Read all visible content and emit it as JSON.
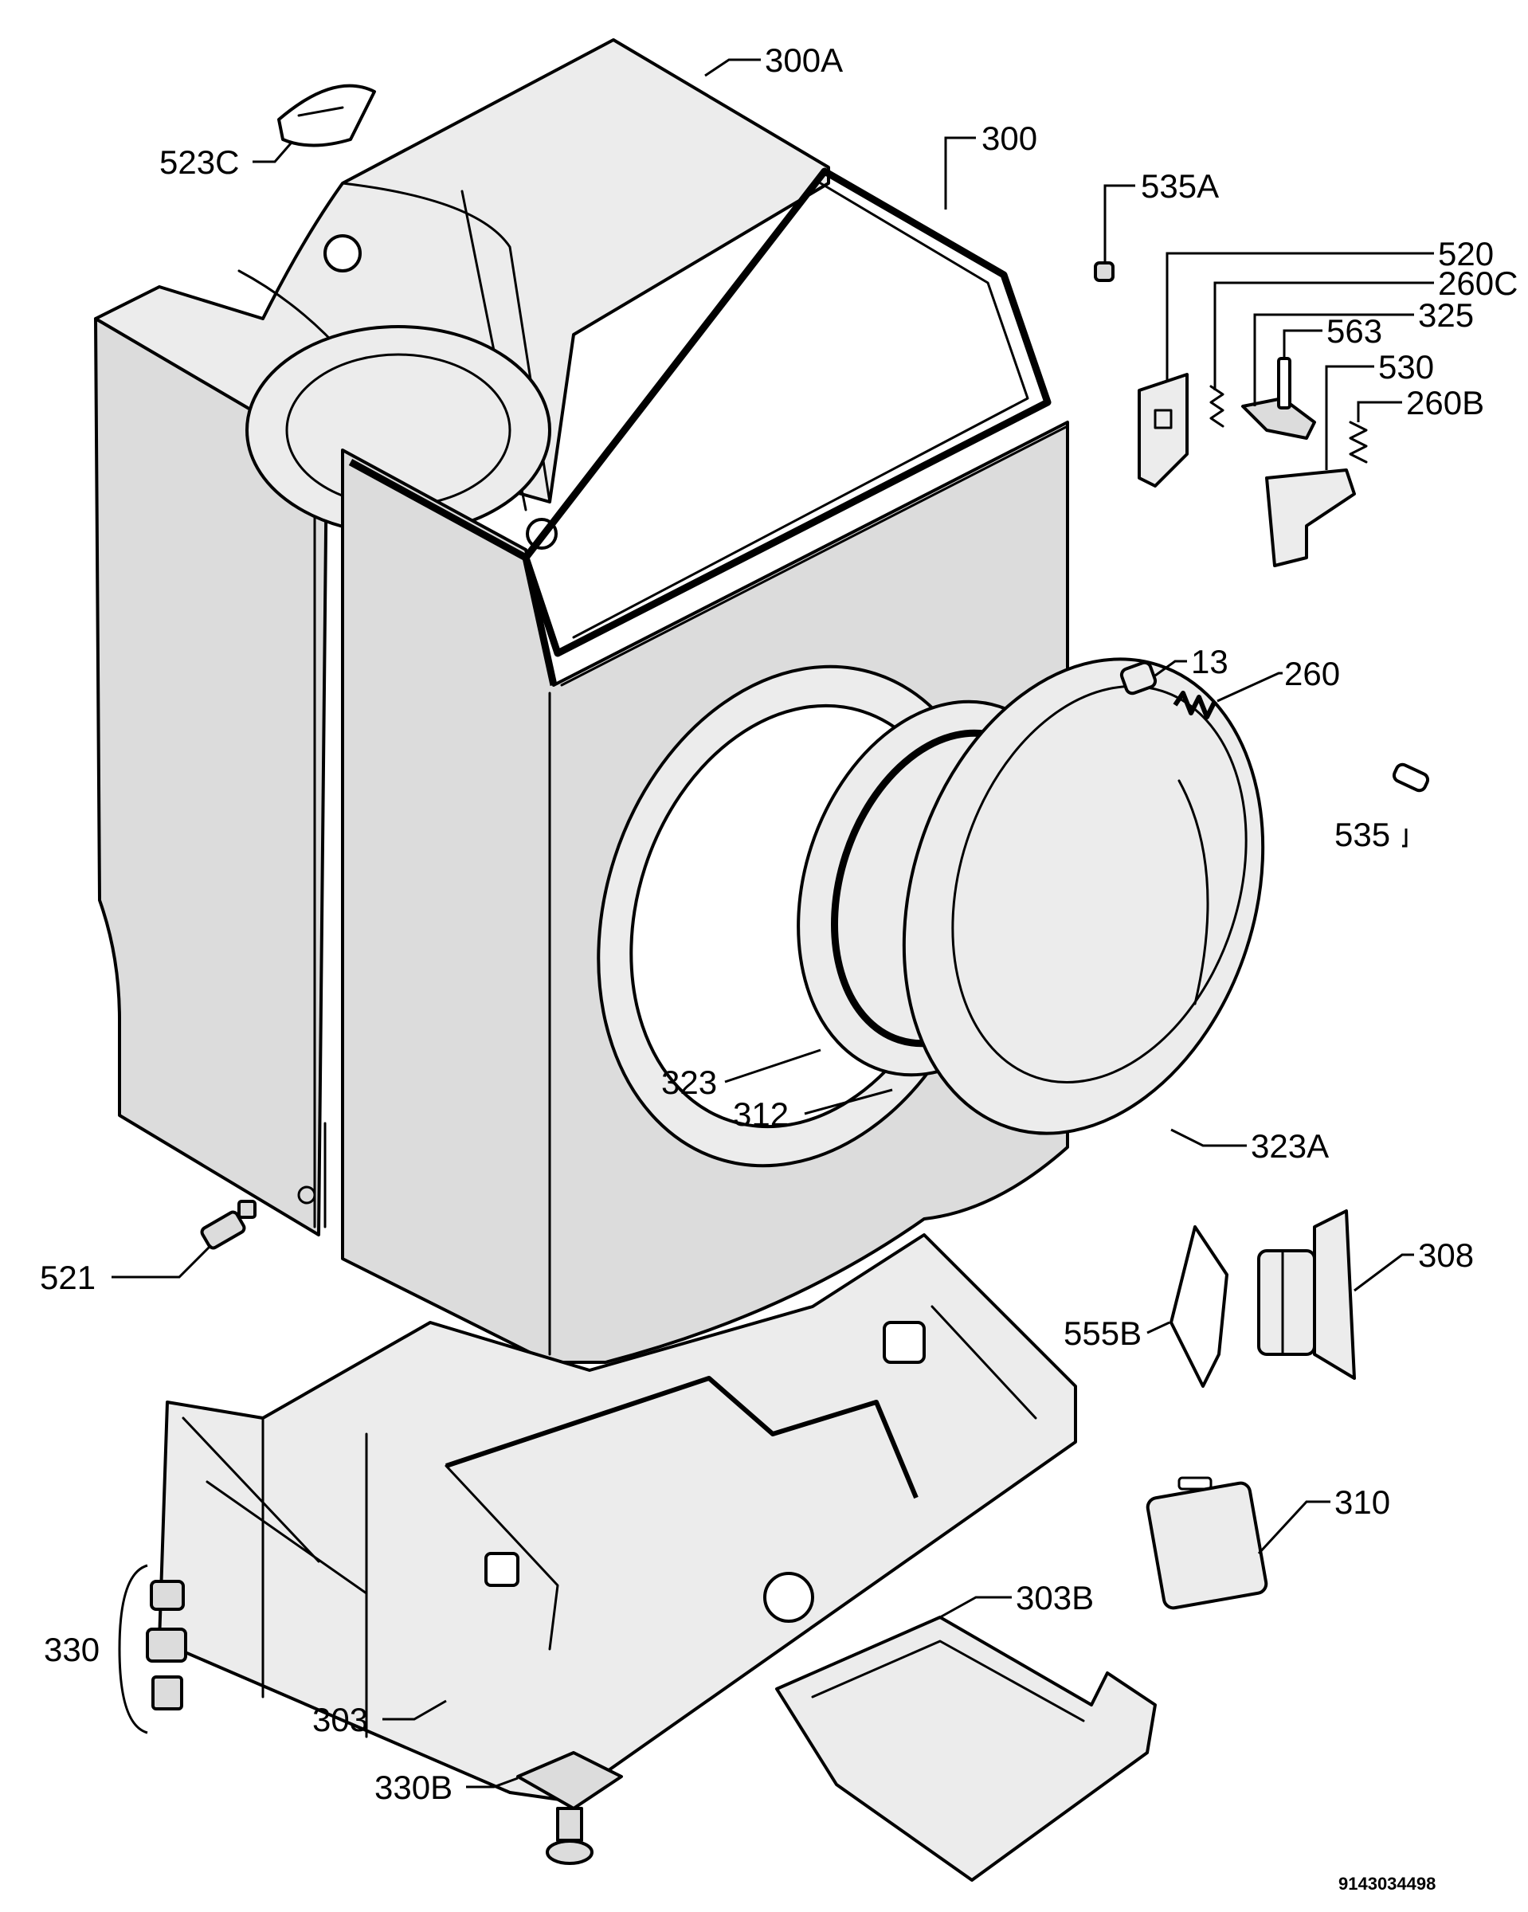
{
  "document_id": "9143034498",
  "callouts": [
    {
      "id": "300A",
      "text": "300A"
    },
    {
      "id": "523C",
      "text": "523C"
    },
    {
      "id": "300",
      "text": "300"
    },
    {
      "id": "535A",
      "text": "535A"
    },
    {
      "id": "520",
      "text": "520"
    },
    {
      "id": "260C",
      "text": "260C"
    },
    {
      "id": "325",
      "text": "325"
    },
    {
      "id": "563",
      "text": "563"
    },
    {
      "id": "530",
      "text": "530"
    },
    {
      "id": "260B",
      "text": "260B"
    },
    {
      "id": "13",
      "text": "13"
    },
    {
      "id": "260",
      "text": "260"
    },
    {
      "id": "535",
      "text": "535"
    },
    {
      "id": "323",
      "text": "323"
    },
    {
      "id": "312",
      "text": "312"
    },
    {
      "id": "323A",
      "text": "323A"
    },
    {
      "id": "521",
      "text": "521"
    },
    {
      "id": "308",
      "text": "308"
    },
    {
      "id": "555B",
      "text": "555B"
    },
    {
      "id": "310",
      "text": "310"
    },
    {
      "id": "303B",
      "text": "303B"
    },
    {
      "id": "330",
      "text": "330"
    },
    {
      "id": "303",
      "text": "303"
    },
    {
      "id": "330B",
      "text": "330B"
    }
  ]
}
